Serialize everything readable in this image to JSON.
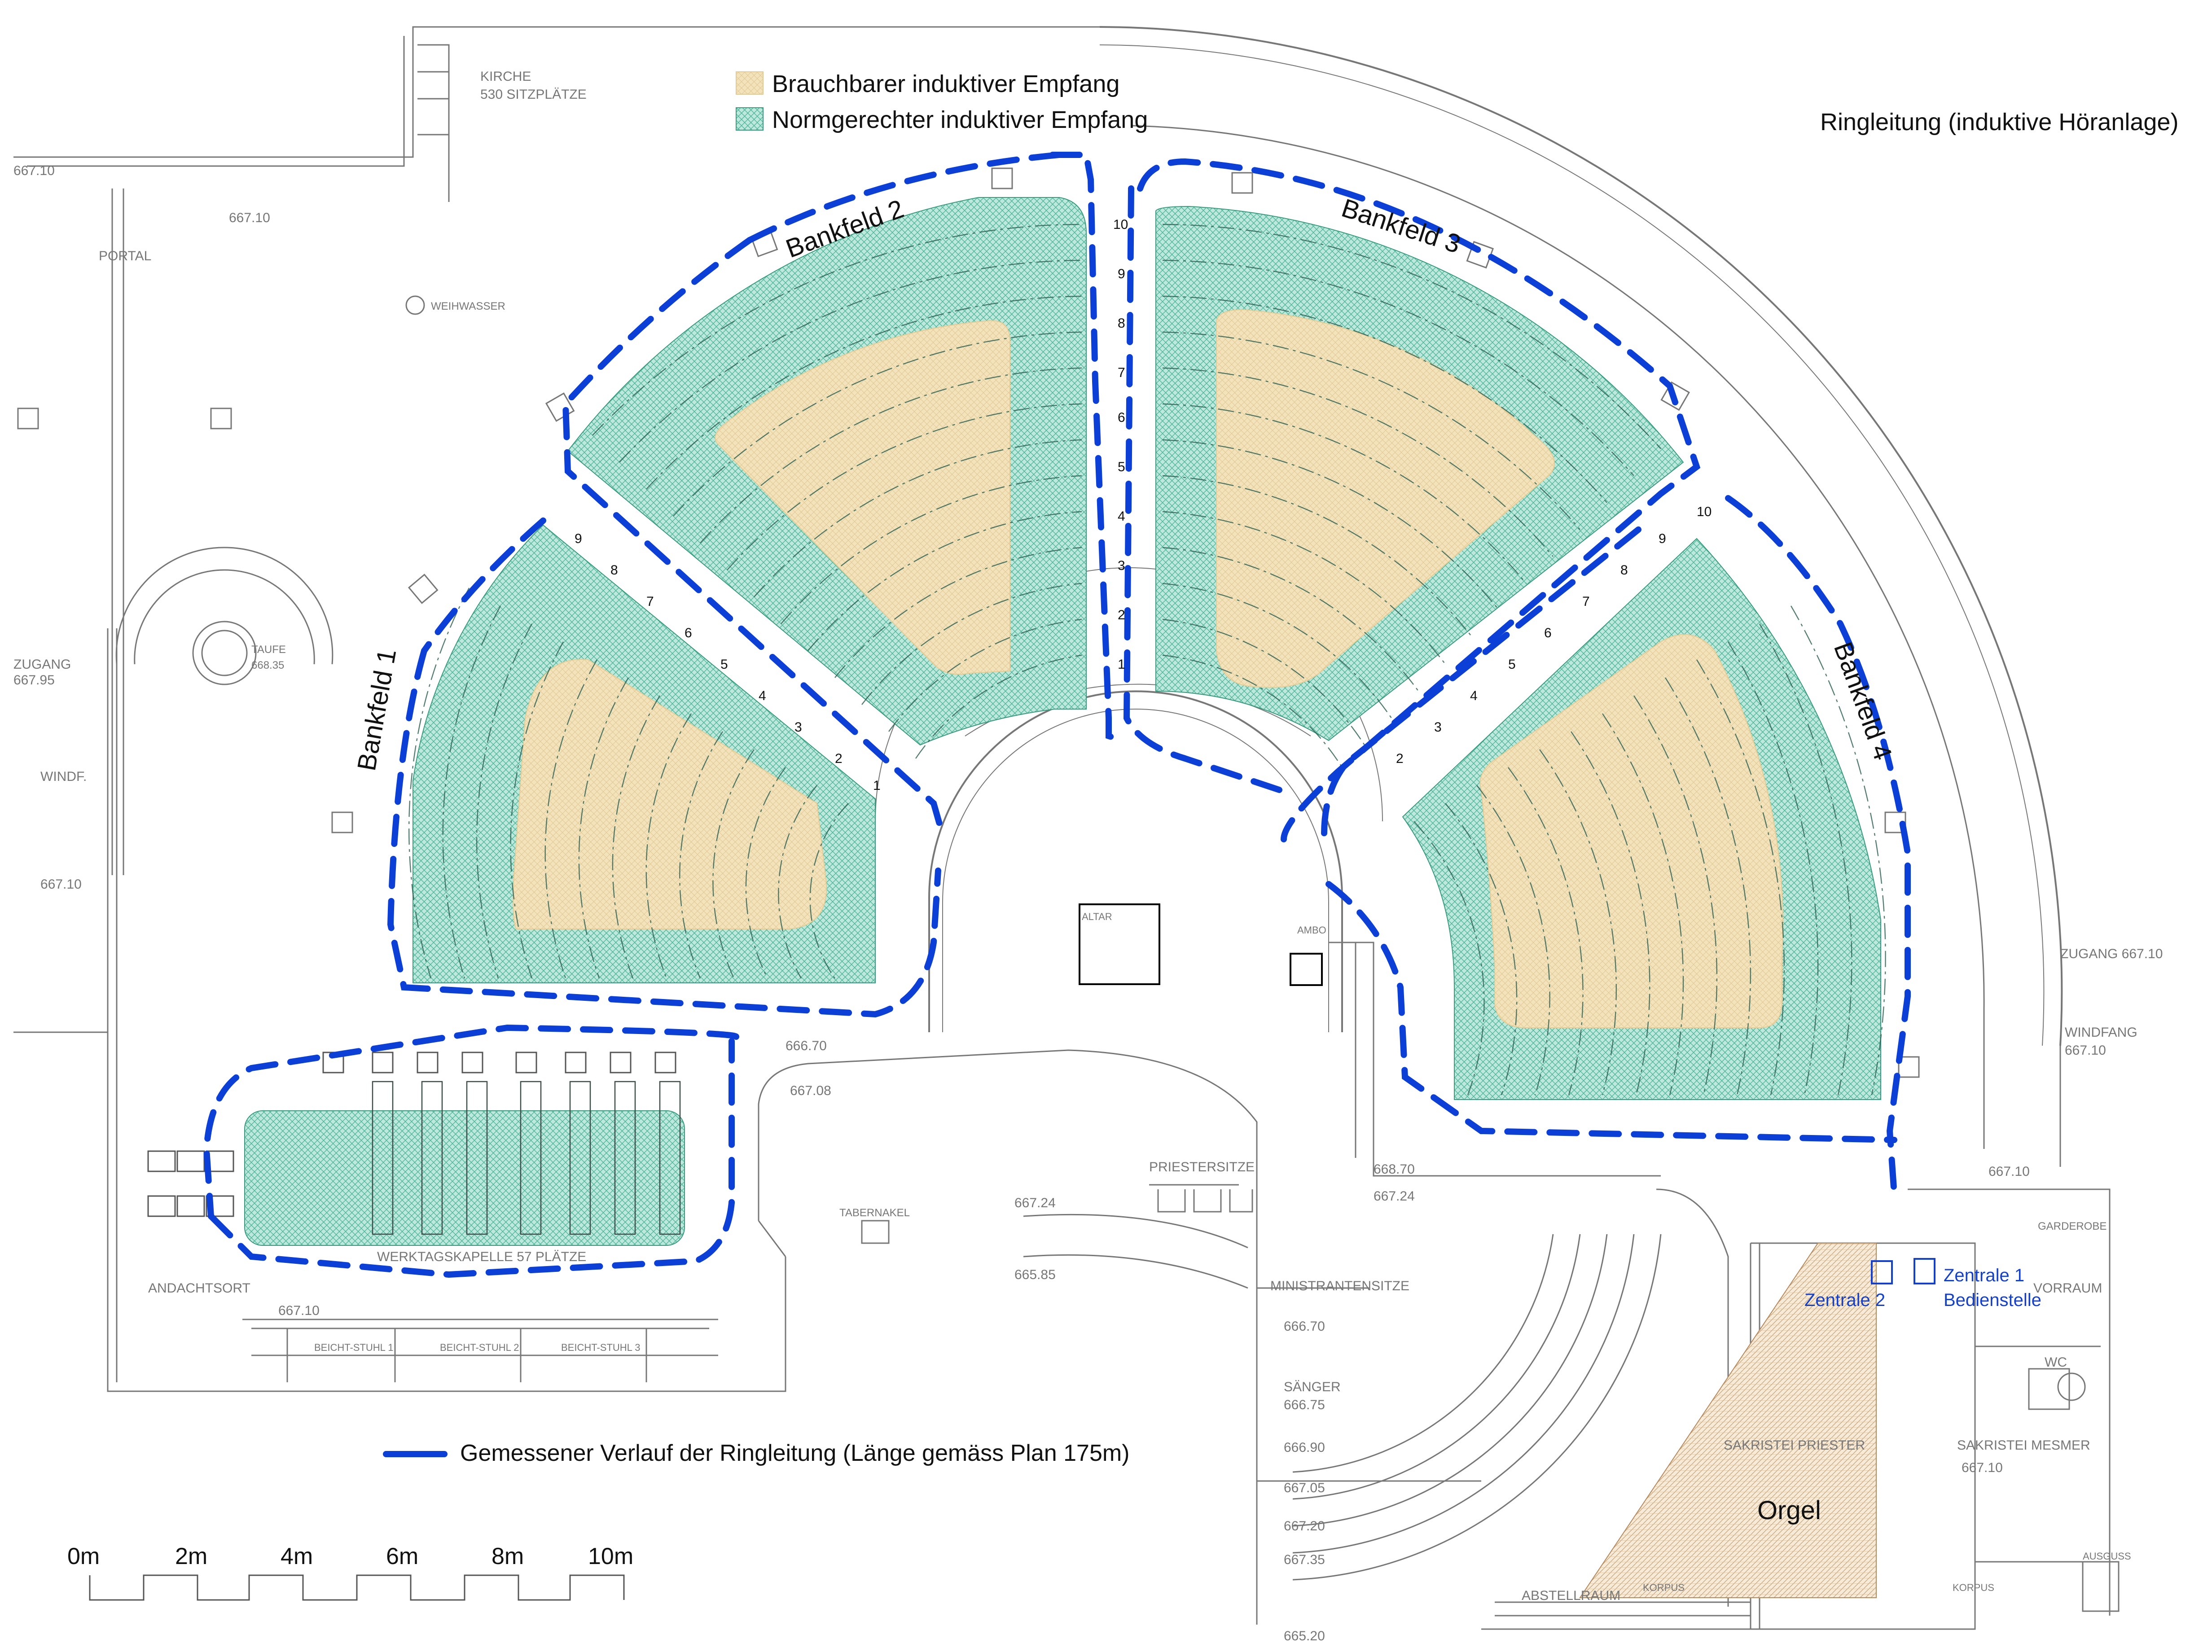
{
  "title": "Ringleitung (induktive Höranlage)",
  "legend": {
    "usable": "Brauchbarer induktiver Empfang",
    "standard": "Normgerechter induktiver Empfang",
    "loop": "Gemessener Verlauf der Ringleitung (Länge gemäss Plan 175m)"
  },
  "colors": {
    "usable": "#f3e3bd",
    "standard": "#bfe8dc",
    "standard_hatch": "#4cb59a",
    "loop": "#0b3fd6",
    "plan_line": "#666666",
    "central_text": "#1540c8"
  },
  "fields": {
    "f1": "Bankfeld 1",
    "f2": "Bankfeld 2",
    "f3": "Bankfeld 3",
    "f4": "Bankfeld 4"
  },
  "rows": [
    "1",
    "2",
    "3",
    "4",
    "5",
    "6",
    "7",
    "8",
    "9",
    "10"
  ],
  "rooms": {
    "church": "KIRCHE",
    "seats": "530 SITZPLÄTZE",
    "portal": "PORTAL",
    "holy_water": "WEIHWASSER",
    "baptism": "TAUFE",
    "baptism_level": "668.35",
    "entrance_left": "ZUGANG",
    "entrance_left_level": "667.95",
    "windfang": "WINDF.",
    "altar": "ALTAR",
    "ambo": "AMBO",
    "priest_seats": "PRIESTERSITZE",
    "tabernacle": "TABERNAKEL",
    "chapel": "WERKTAGSKAPELLE 57 PLÄTZE",
    "prayer_place": "ANDACHTSORT",
    "confession1": "BEICHT-STUHL 1",
    "confession2": "BEICHT-STUHL 2",
    "confession3": "BEICHT-STUHL 3",
    "ministrant_seats": "MINISTRANTENSITZE",
    "singers": "SÄNGER",
    "entrance_right": "ZUGANG 667.10",
    "windfang_right": "WINDFANG",
    "wardrobe": "GARDEROBE",
    "vestibule": "VORRAUM",
    "wc": "WC",
    "sacristy_priest": "SAKRISTEI PRIESTER",
    "sacristy_mesmer": "SAKRISTEI MESMER",
    "storage": "ABSTELLRAUM",
    "organ": "Orgel",
    "outlet": "AUSGUSS",
    "corpus": "KORPUS"
  },
  "levels": {
    "l1": "667.10",
    "l2": "666.70",
    "l3": "667.08",
    "l4": "667.24",
    "l5": "666.70",
    "l6": "666.75",
    "l7": "666.90",
    "l8": "667.05",
    "l9": "667.20",
    "l10": "667.35",
    "l11": "665.20",
    "l12": "668.70",
    "l13": "665.85"
  },
  "centrals": {
    "c1": "Zentrale 1",
    "c1_sub": "Bedienstelle",
    "c2": "Zentrale 2"
  },
  "scale": [
    "0m",
    "2m",
    "4m",
    "6m",
    "8m",
    "10m"
  ]
}
